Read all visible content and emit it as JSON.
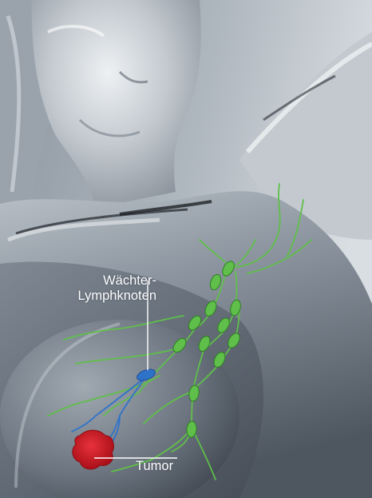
{
  "labels": {
    "sentinel_line1": "Wächter-",
    "sentinel_line2": "Lymphknoten",
    "tumor": "Tumor"
  },
  "colors": {
    "lymph_nodes": "#5fbf4a",
    "sentinel_node": "#2f73c8",
    "tumor": "#c8141e",
    "label_text": "#ffffff"
  }
}
